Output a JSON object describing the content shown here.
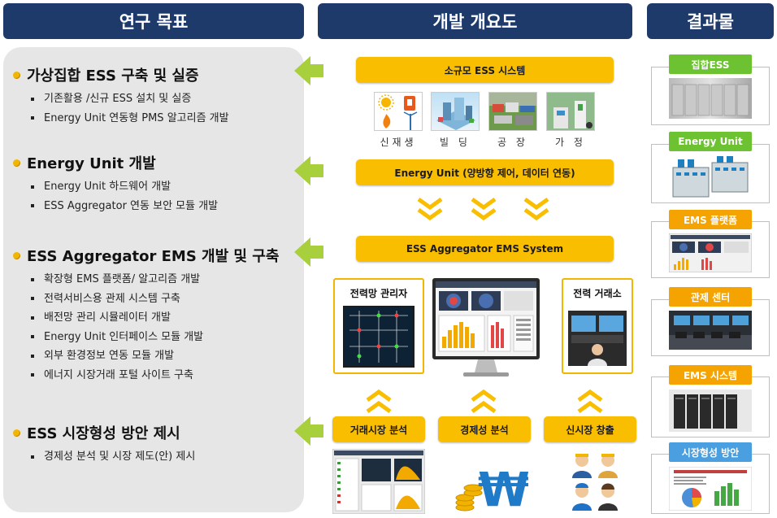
{
  "headers": {
    "research_goal": "연구 목표",
    "dev_overview": "개발 개요도",
    "results": "결과물"
  },
  "goals": [
    {
      "title": "가상집합 ESS 구축 및 실증",
      "items": [
        "기존활용 /신규 ESS 설치 및 실증",
        "Energy Unit 연동형 PMS 알고리즘 개발"
      ]
    },
    {
      "title": "Energy Unit 개발",
      "items": [
        "Energy Unit 하드웨어 개발",
        "ESS Aggregator 연동 보안 모듈 개발"
      ]
    },
    {
      "title": "ESS Aggregator EMS 개발 및 구축",
      "items": [
        "확장형 EMS 플랫폼/ 알고리즘 개발",
        "전력서비스용 관제 시스템 구축",
        "배전망 관리 시뮬레이터 개발",
        "Energy Unit 인터페이스 모듈 개발",
        "외부 환경정보 연동 모듈 개발",
        "에너지 시장거래 포털 사이트 구축"
      ]
    },
    {
      "title": "ESS 시장형성 방안 제시",
      "items": [
        "경제성 분석 및 시장 제도(안) 제시"
      ]
    }
  ],
  "overview": {
    "small_ess": "소규모 ESS 시스템",
    "categories": [
      "신재생",
      "빌 딩",
      "공 장",
      "가 정"
    ],
    "energy_unit": "Energy Unit (양방향 제어, 데이터 연동)",
    "aggregator": "ESS Aggregator EMS System",
    "grid_manager": "전력망 관리자",
    "power_exchange": "전력 거래소",
    "bottom": [
      "거래시장 분석",
      "경제성 분석",
      "신시장 창출"
    ]
  },
  "results": [
    "집합ESS",
    "Energy Unit",
    "EMS 플랫폼",
    "관제 센터",
    "EMS 시스템",
    "시장형성 방안"
  ],
  "colors": {
    "navy": "#1e3a6a",
    "yellow": "#f9be00",
    "green_label": "#6cc230",
    "orange_label": "#f5a300",
    "blue_label": "#4a9fe0",
    "arrow_green": "#a8cf3c"
  }
}
